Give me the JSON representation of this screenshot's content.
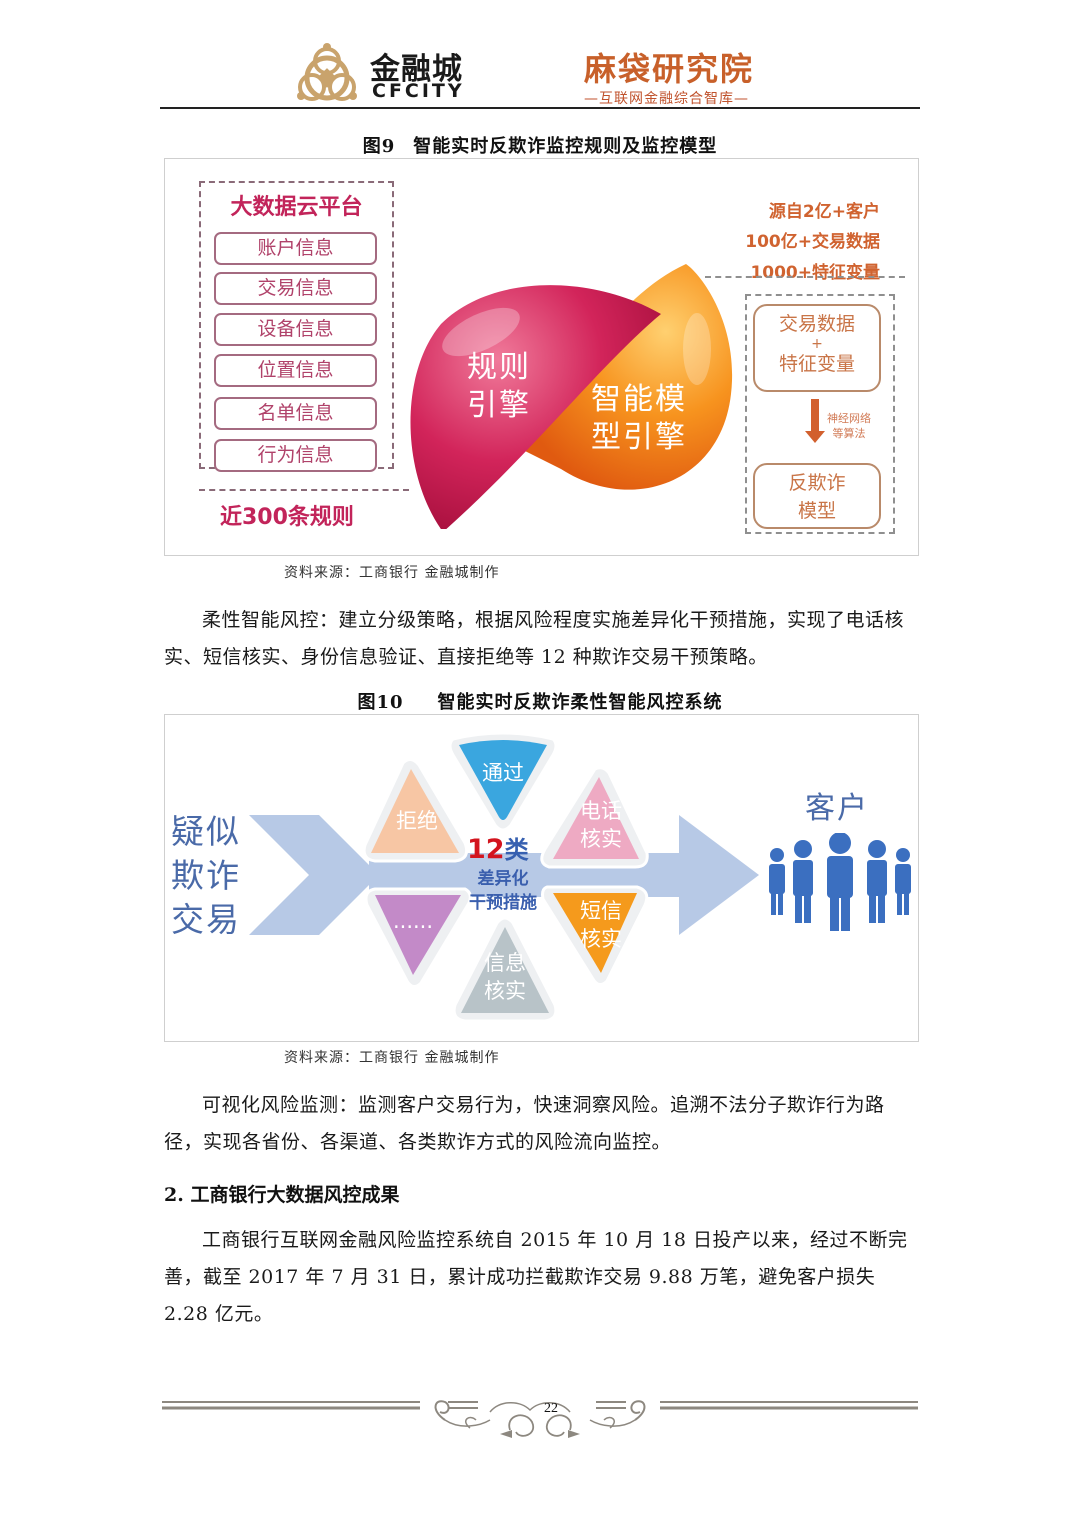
{
  "header": {
    "brand_cn": "金融城",
    "brand_en": "CFCITY",
    "institute_name": "麻袋研究院",
    "institute_tagline": "—互联网金融综合智库—",
    "colors": {
      "brand_gold": "#c8a06a",
      "institute_orange": "#c8602a"
    }
  },
  "figure9": {
    "number": "图9",
    "title": "智能实时反欺诈监控规则及监控模型",
    "platform_title": "大数据云平台",
    "data_items": [
      "账户信息",
      "交易信息",
      "设备信息",
      "位置信息",
      "名单信息",
      "行为信息"
    ],
    "rules_count": "近300条规则",
    "rule_engine": [
      "规则",
      "引擎"
    ],
    "ai_engine": [
      "智能模",
      "型引擎"
    ],
    "stats": [
      "源自2亿+客户",
      "100亿+交易数据",
      "1000+特征变量"
    ],
    "model_input": [
      "交易数据",
      "+",
      "特征变量"
    ],
    "algorithm": [
      "神经网络",
      "等算法"
    ],
    "model_output": [
      "反欺诈",
      "模型"
    ],
    "source": "资料来源：工商银行 金融城制作",
    "colors": {
      "crimson": "#c2245a",
      "orange": "#f08a1e"
    }
  },
  "paragraph1": "柔性智能风控：建立分级策略，根据风险程度实施差异化干预措施，实现了电话核实、短信核实、身份信息验证、直接拒绝等 12 种欺诈交易干预策略。",
  "figure10": {
    "number": "图10",
    "title": "智能实时反欺诈柔性智能风控系统",
    "input_label": [
      "疑似",
      "欺诈",
      "交易"
    ],
    "center_count": "12",
    "center_unit": "类",
    "center_desc": [
      "差异化",
      "干预措施"
    ],
    "petals": [
      {
        "label": [
          "通过"
        ],
        "color": "#3aa6df"
      },
      {
        "label": [
          "电话",
          "核实"
        ],
        "color": "#eeaac3"
      },
      {
        "label": [
          "短信",
          "核实"
        ],
        "color": "#f59a1c"
      },
      {
        "label": [
          "信息",
          "核实"
        ],
        "color": "#b8c3c8"
      },
      {
        "label": [
          "......"
        ],
        "color": "#c38ac8"
      },
      {
        "label": [
          "拒绝"
        ],
        "color": "#f7c6a4"
      }
    ],
    "output_label": "客户",
    "source": "资料来源：工商银行 金融城制作"
  },
  "paragraph2": "可视化风险监测：监测客户交易行为，快速洞察风险。追溯不法分子欺诈行为路径，实现各省份、各渠道、各类欺诈方式的风险流向监控。",
  "section2": {
    "heading": "2. 工商银行大数据风控成果"
  },
  "paragraph3": "工商银行互联网金融风险监控系统自 2015 年 10 月 18 日投产以来，经过不断完善，截至 2017 年 7 月 31 日，累计成功拦截欺诈交易 9.88 万笔，避免客户损失 2.28 亿元。",
  "footer": {
    "page_number": "22"
  }
}
